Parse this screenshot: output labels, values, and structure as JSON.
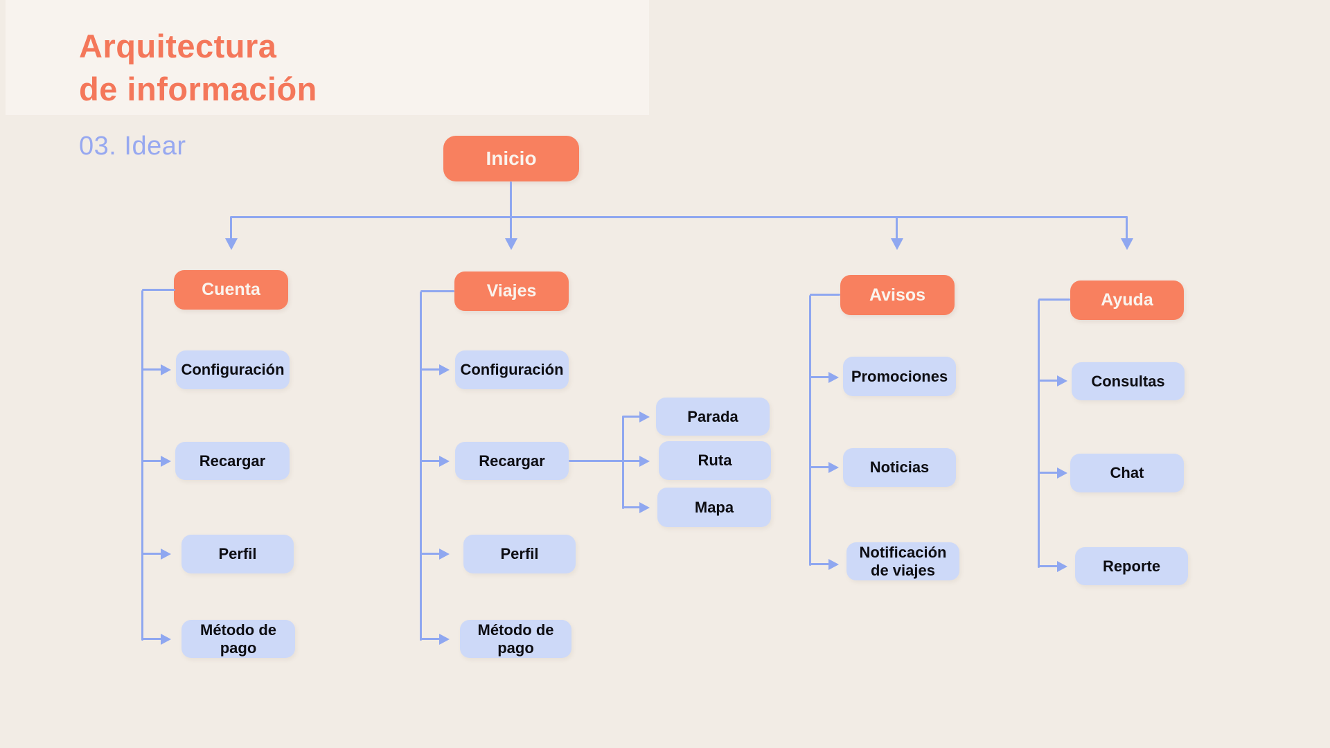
{
  "header": {
    "title_line1": "Arquitectura",
    "title_line2": "de información",
    "subtitle": "03. Idear"
  },
  "colors": {
    "background": "#F2ECE5",
    "title_panel": "#F8F3EE",
    "title_text": "#F4775A",
    "subtitle_text": "#97A8F0",
    "node_orange": "#F8805F",
    "node_orange_text": "#FAF4EE",
    "node_lavender": "#CDD9F8",
    "node_lavender_text": "#0D0D12",
    "connector": "#8FA7F0"
  },
  "tree": {
    "root": {
      "label": "Inicio"
    },
    "branches": [
      {
        "label": "Cuenta",
        "children": [
          {
            "label": "Configuración"
          },
          {
            "label": "Recargar"
          },
          {
            "label": "Perfil"
          },
          {
            "label": "Método de pago"
          }
        ]
      },
      {
        "label": "Viajes",
        "children": [
          {
            "label": "Configuración"
          },
          {
            "label": "Recargar",
            "children": [
              {
                "label": "Parada"
              },
              {
                "label": "Ruta"
              },
              {
                "label": "Mapa"
              }
            ]
          },
          {
            "label": "Perfil"
          },
          {
            "label": "Método de pago"
          }
        ]
      },
      {
        "label": "Avisos",
        "children": [
          {
            "label": "Promociones"
          },
          {
            "label": "Noticias"
          },
          {
            "label": "Notificación de viajes"
          }
        ]
      },
      {
        "label": "Ayuda",
        "children": [
          {
            "label": "Consultas"
          },
          {
            "label": "Chat"
          },
          {
            "label": "Reporte"
          }
        ]
      }
    ]
  }
}
